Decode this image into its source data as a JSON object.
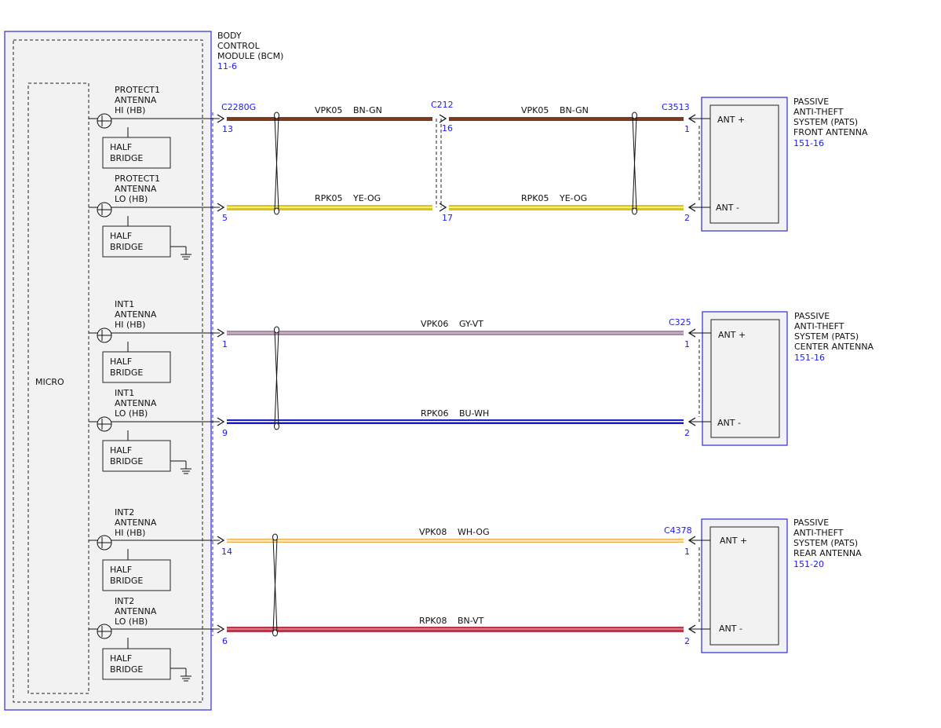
{
  "colors": {
    "frame": "#2b2bdb",
    "reference": "#1a1aff",
    "BN-GN": "#7a3b1f",
    "YE-OG": "#e3d21a",
    "GY-VT": "#a88aa6",
    "BU-WH": "#1c1ccf",
    "WH-OG": "#f4e2b8",
    "BN-VT": "#b5384a"
  },
  "bcm": {
    "name_lines": [
      "BODY",
      "CONTROL",
      "MODULE (BCM)"
    ],
    "ref": "11-6",
    "micro_label": "MICRO",
    "drivers": [
      {
        "label_lines": [
          "PROTECT1",
          "ANTENNA",
          "HI (HB)"
        ],
        "bridge_lines": [
          "HALF",
          "BRIDGE"
        ],
        "ground": false
      },
      {
        "label_lines": [
          "PROTECT1",
          "ANTENNA",
          "LO (HB)"
        ],
        "bridge_lines": [
          "HALF",
          "BRIDGE"
        ],
        "ground": true
      },
      {
        "label_lines": [
          "INT1",
          "ANTENNA",
          "HI (HB)"
        ],
        "bridge_lines": [
          "HALF",
          "BRIDGE"
        ],
        "ground": false
      },
      {
        "label_lines": [
          "INT1",
          "ANTENNA",
          "LO (HB)"
        ],
        "bridge_lines": [
          "HALF",
          "BRIDGE"
        ],
        "ground": true
      },
      {
        "label_lines": [
          "INT2",
          "ANTENNA",
          "HI (HB)"
        ],
        "bridge_lines": [
          "HALF",
          "BRIDGE"
        ],
        "ground": false
      },
      {
        "label_lines": [
          "INT2",
          "ANTENNA",
          "LO (HB)"
        ],
        "bridge_lines": [
          "HALF",
          "BRIDGE"
        ],
        "ground": true
      }
    ]
  },
  "connectors": {
    "bcm": "C2280G",
    "inline": "C212",
    "front": "C3513",
    "center": "C325",
    "rear": "C4378"
  },
  "circuits": [
    {
      "circuit": "VPK05",
      "color": "BN-GN",
      "bcm_pin": "13",
      "inline_in": "16",
      "antenna_pin": "1"
    },
    {
      "circuit": "RPK05",
      "color": "YE-OG",
      "bcm_pin": "5",
      "inline_in": "17",
      "antenna_pin": "2"
    },
    {
      "circuit": "VPK06",
      "color": "GY-VT",
      "bcm_pin": "1",
      "antenna_pin": "1"
    },
    {
      "circuit": "RPK06",
      "color": "BU-WH",
      "bcm_pin": "9",
      "antenna_pin": "2"
    },
    {
      "circuit": "VPK08",
      "color": "WH-OG",
      "bcm_pin": "14",
      "antenna_pin": "1"
    },
    {
      "circuit": "RPK08",
      "color": "BN-VT",
      "bcm_pin": "6",
      "antenna_pin": "2"
    }
  ],
  "antennas": [
    {
      "name_lines": [
        "PASSIVE",
        "ANTI-THEFT",
        "SYSTEM (PATS)",
        "FRONT ANTENNA"
      ],
      "ref": "151-16",
      "pos_label": "ANT +",
      "neg_label": "ANT -"
    },
    {
      "name_lines": [
        "PASSIVE",
        "ANTI-THEFT",
        "SYSTEM (PATS)",
        "CENTER ANTENNA"
      ],
      "ref": "151-16",
      "pos_label": "ANT +",
      "neg_label": "ANT -"
    },
    {
      "name_lines": [
        "PASSIVE",
        "ANTI-THEFT",
        "SYSTEM (PATS)",
        "REAR ANTENNA"
      ],
      "ref": "151-20",
      "pos_label": "ANT +",
      "neg_label": "ANT -"
    }
  ]
}
